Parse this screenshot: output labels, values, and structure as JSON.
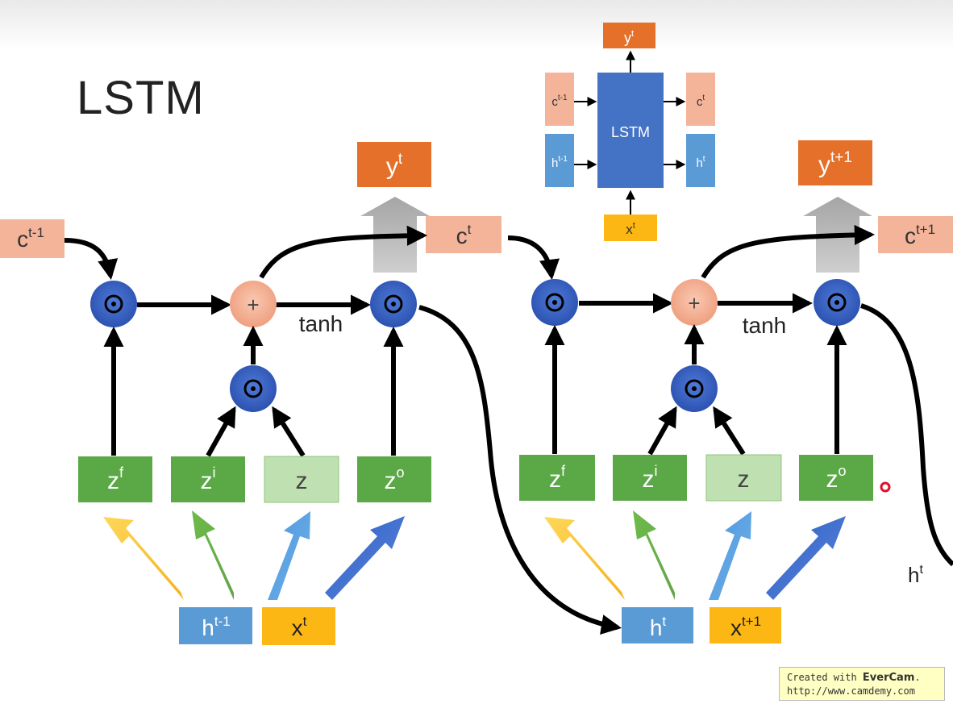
{
  "title": "LSTM",
  "legend": {
    "y_sup": "t",
    "c_prev_sup": "t-1",
    "h_prev_sup": "t-1",
    "block_label": "LSTM",
    "c_out_sup": "t",
    "h_out_sup": "t",
    "x_sup": "t"
  },
  "unit1": {
    "c_in_sup": "t-1",
    "y_sup": "t",
    "c_out_sup": "t",
    "tanh": "tanh",
    "plus": "+",
    "mult": "⊙",
    "gates": {
      "zf": "f",
      "zi": "i",
      "zo": "o",
      "z": "z"
    },
    "h_sup": "t-1",
    "x_sup": "t"
  },
  "unit2": {
    "y_sup": "t+1",
    "c_out_sup": "t+1",
    "tanh": "tanh",
    "plus": "+",
    "mult": "⊙",
    "gates": {
      "zf": "f",
      "zi": "i",
      "zo": "o",
      "z": "z"
    },
    "h_sup": "t",
    "x_sup": "t+1"
  },
  "h_out_sup": "t",
  "letters": {
    "c": "c",
    "h": "h",
    "x": "x",
    "y": "y",
    "z": "z"
  },
  "credit": {
    "line1_prefix": "Created with ",
    "line1_brand": "EverCam",
    "line1_suffix": ".",
    "line2": "http://www.camdemy.com"
  },
  "colors": {
    "salmon": "#f4b49a",
    "orange": "#e4702a",
    "blue_circle": "#3a62c6",
    "green_gate": "#5aa846",
    "light_green": "#bfe0b0",
    "h_blue": "#5b9bd5",
    "x_yellow": "#fcb714",
    "lstm_block": "#4472c4"
  }
}
